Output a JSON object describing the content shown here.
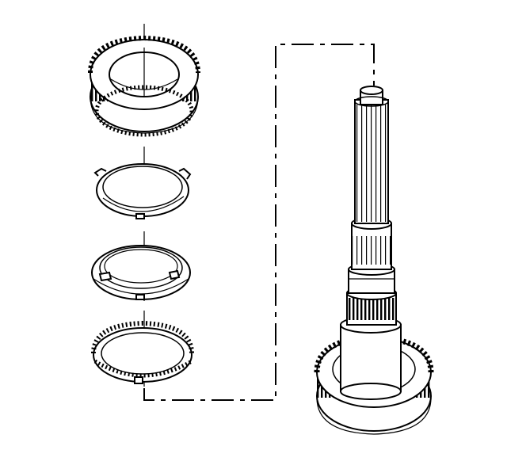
{
  "colors": {
    "ink": "#000000",
    "paper": "#ffffff"
  },
  "diagram": {
    "parts": [
      {
        "name": "fifth-speed-gear",
        "icon": "gear-ring-icon"
      },
      {
        "name": "outer-synchronizer-ring",
        "icon": "blocker-ring-icon"
      },
      {
        "name": "middle-synchronizer-cone",
        "icon": "cone-ring-icon"
      },
      {
        "name": "inner-synchronizer-ring",
        "icon": "toothed-ring-icon"
      },
      {
        "name": "input-shaft",
        "icon": "splined-shaft-icon"
      }
    ]
  }
}
